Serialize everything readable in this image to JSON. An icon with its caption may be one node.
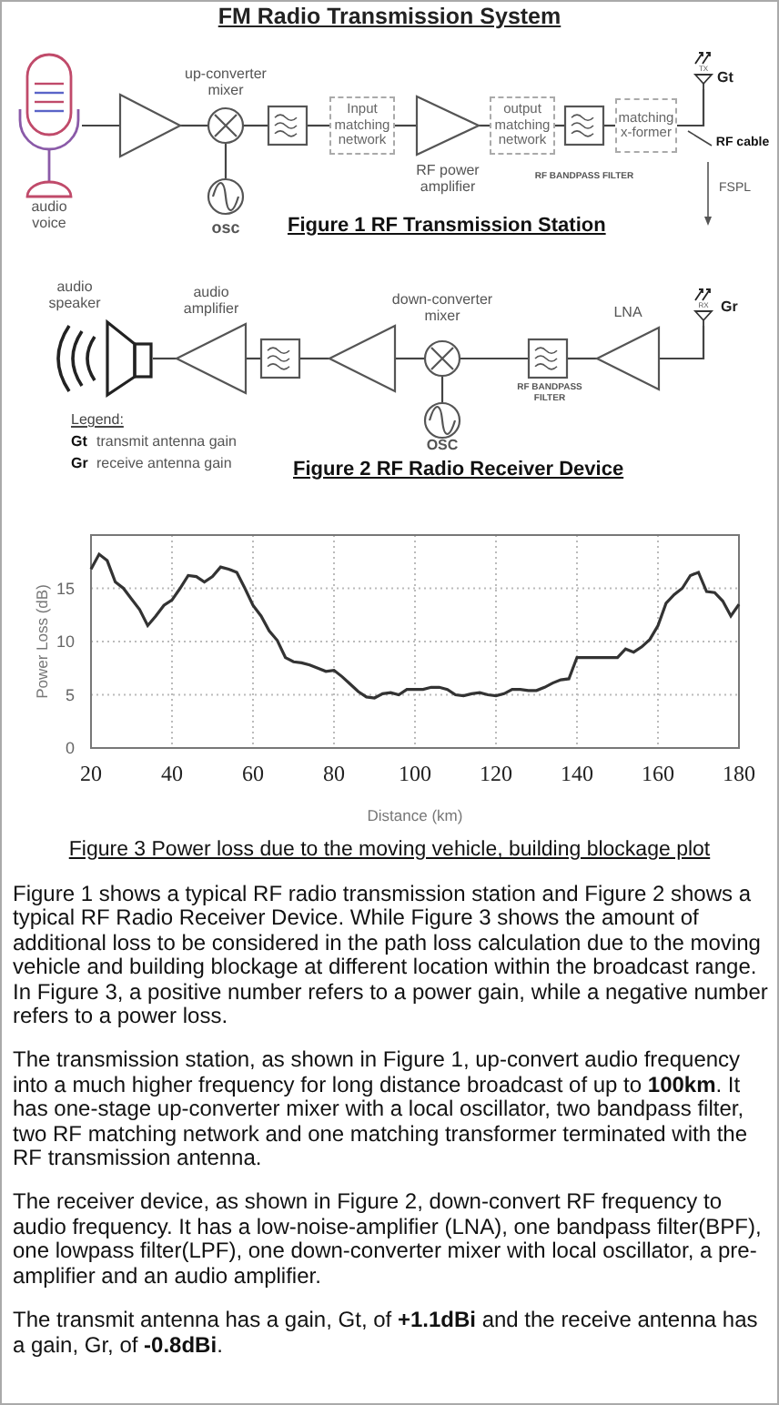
{
  "diagram": {
    "title": "FM Radio Transmission System",
    "nodes": [
      {
        "text": [
          "audio voice"
        ]
      },
      {
        "text": [],
        "shape": "triangle"
      },
      {
        "text": [
          "up-converter mixer"
        ]
      },
      {
        "text": [
          "osc"
        ]
      },
      {
        "text": [],
        "shape": "box"
      },
      {
        "text": [
          "Input matching network"
        ]
      },
      {
        "text": [
          "RF power amplifier"
        ]
      },
      {
        "text": [
          "output matching network"
        ]
      },
      {
        "text": [
          "RF BANDPASS FILTER"
        ]
      },
      {
        "text": [
          "matching x-former"
        ]
      },
      {
        "text": [
          "TX"
        ],
        "beside": [
          "Gt"
        ]
      },
      {
        "text": [
          "RF cable"
        ]
      },
      {
        "text": [
          "RX"
        ],
        "beside": [
          "Gr"
        ]
      },
      {
        "text": [
          "LNA"
        ]
      },
      {
        "text": [
          "RF BANDPASS FILTER"
        ]
      },
      {
        "text": [
          "down-converter mixer"
        ]
      },
      {
        "text": [
          "OSC"
        ]
      },
      {
        "text": [],
        "shape": "triangle"
      },
      {
        "text": [],
        "shape": "box"
      },
      {
        "text": [
          "audio amplifier"
        ]
      },
      {
        "text": [
          "audio speaker"
        ]
      }
    ],
    "edges": [
      {
        "from": 0,
        "to": 1,
        "arrow": "none"
      },
      {
        "from": 1,
        "to": 2,
        "arrow": "none"
      },
      {
        "from": 3,
        "to": 2,
        "arrow": "none"
      },
      {
        "from": 2,
        "to": 4,
        "arrow": "none"
      },
      {
        "from": 4,
        "to": 5,
        "arrow": "none"
      },
      {
        "from": 5,
        "to": 6,
        "arrow": "none"
      },
      {
        "from": 6,
        "to": 7,
        "arrow": "none"
      },
      {
        "from": 7,
        "to": 8,
        "arrow": "none"
      },
      {
        "from": 8,
        "to": 9,
        "arrow": "none"
      },
      {
        "from": 9,
        "to": 10,
        "arrow": "none"
      },
      {
        "from": 11,
        "to": null,
        "arrow": "none"
      },
      {
        "from": 12,
        "to": 13,
        "arrow": "none"
      },
      {
        "from": 13,
        "to": 14,
        "arrow": "none"
      },
      {
        "from": 14,
        "to": 15,
        "arrow": "none"
      },
      {
        "from": 16,
        "to": 15,
        "arrow": "none"
      },
      {
        "from": 15,
        "to": 17,
        "arrow": "none"
      },
      {
        "from": 17,
        "to": 18,
        "arrow": "none"
      },
      {
        "from": 18,
        "to": 19,
        "arrow": "none"
      },
      {
        "from": 19,
        "to": 20,
        "arrow": "none"
      }
    ],
    "labels": [
      "FSPL",
      "Figure 1 RF Transmission Station",
      "Legend:",
      "Gt",
      "transmit antenna gain",
      "Gr",
      "receive antenna gain",
      "Figure 2 RF Radio Receiver Device",
      "Figure 1 shows a typical RF radio transmission station and Figure 2 shows a typical RF Radio Receiver Device. While Figure 3 shows the amount of additional loss to be considered in the path loss calculation due to the moving vehicle and building blockage at different location within the broadcast range. In Figure 3, a positive number refers to a power gain, while a negative number refers to a power loss.",
      "The transmission station, as shown in Figure 1, up-convert audio frequency into a much higher frequency for long distance broadcast of up to **100km**. It has one-stage up-converter mixer with a local oscillator, two bandpass filter, two RF matching network and one matching transformer terminated with the RF transmission antenna.",
      "The receiver device, as shown in Figure 2, down-convert RF frequency to audio frequency. It has a low-noise-amplifier (LNA), one bandpass filter(BPF), one lowpass filter(LPF), one down-converter mixer with local oscillator, a pre-amplifier and an audio amplifier.",
      "The transmit antenna has a gain, Gt, of **+1.1dBi** and the receive antenna has a gain, Gr, of **-0.8dBi**."
    ],
    "chart_data": {
      "type": "line",
      "title": "Figure 3 Power loss due to the moving vehicle, building blockage plot",
      "xlabel": "Distance (km)",
      "ylabel": "Power Loss (dB)",
      "x": [
        20,
        22,
        24,
        26,
        28,
        30,
        32,
        34,
        36,
        38,
        40,
        42,
        44,
        46,
        48,
        50,
        52,
        54,
        56,
        58,
        60,
        62,
        64,
        66,
        68,
        70,
        72,
        74,
        76,
        78,
        80,
        82,
        84,
        86,
        88,
        90,
        92,
        94,
        96,
        98,
        100,
        102,
        104,
        106,
        108,
        110,
        112,
        114,
        116,
        118,
        120,
        122,
        124,
        126,
        128,
        130,
        132,
        134,
        136,
        138,
        140,
        142,
        144,
        146,
        148,
        150,
        152,
        154,
        156,
        158,
        160,
        162,
        164,
        166,
        168,
        170,
        172,
        174,
        176,
        178,
        180
      ],
      "series": [
        {
          "color": "#333333",
          "values": [
            16.8,
            18.2,
            17.6,
            15.6,
            15,
            14,
            13,
            11.5,
            12.4,
            13.4,
            13.9,
            15,
            16.2,
            16.1,
            15.6,
            16.1,
            17,
            16.8,
            16.5,
            15,
            13.4,
            12.4,
            11,
            10.1,
            8.5,
            8.1,
            8,
            7.8,
            7.5,
            7.2,
            7.3,
            6.7,
            6,
            5.3,
            4.8,
            4.7,
            5.1,
            5.2,
            5,
            5.5,
            5.5,
            5.5,
            5.7,
            5.7,
            5.5,
            5,
            4.9,
            5.1,
            5.2,
            5,
            4.9,
            5.1,
            5.5,
            5.5,
            5.4,
            5.4,
            5.7,
            6.1,
            6.4,
            6.5,
            8.5,
            8.5,
            8.5,
            8.5,
            8.5,
            8.5,
            9.3,
            9,
            9.5,
            10.2,
            11.5,
            13.6,
            14.4,
            15,
            16.2,
            16.5,
            14.7,
            14.6,
            13.8,
            12.4,
            13.5
          ]
        }
      ],
      "grid": true,
      "xlim": [
        20,
        180
      ],
      "ylim": [
        0,
        20
      ],
      "xticks": [
        20,
        40,
        60,
        80,
        100,
        120,
        140,
        160,
        180
      ],
      "yticks": [
        0,
        5,
        10,
        15
      ]
    }
  }
}
